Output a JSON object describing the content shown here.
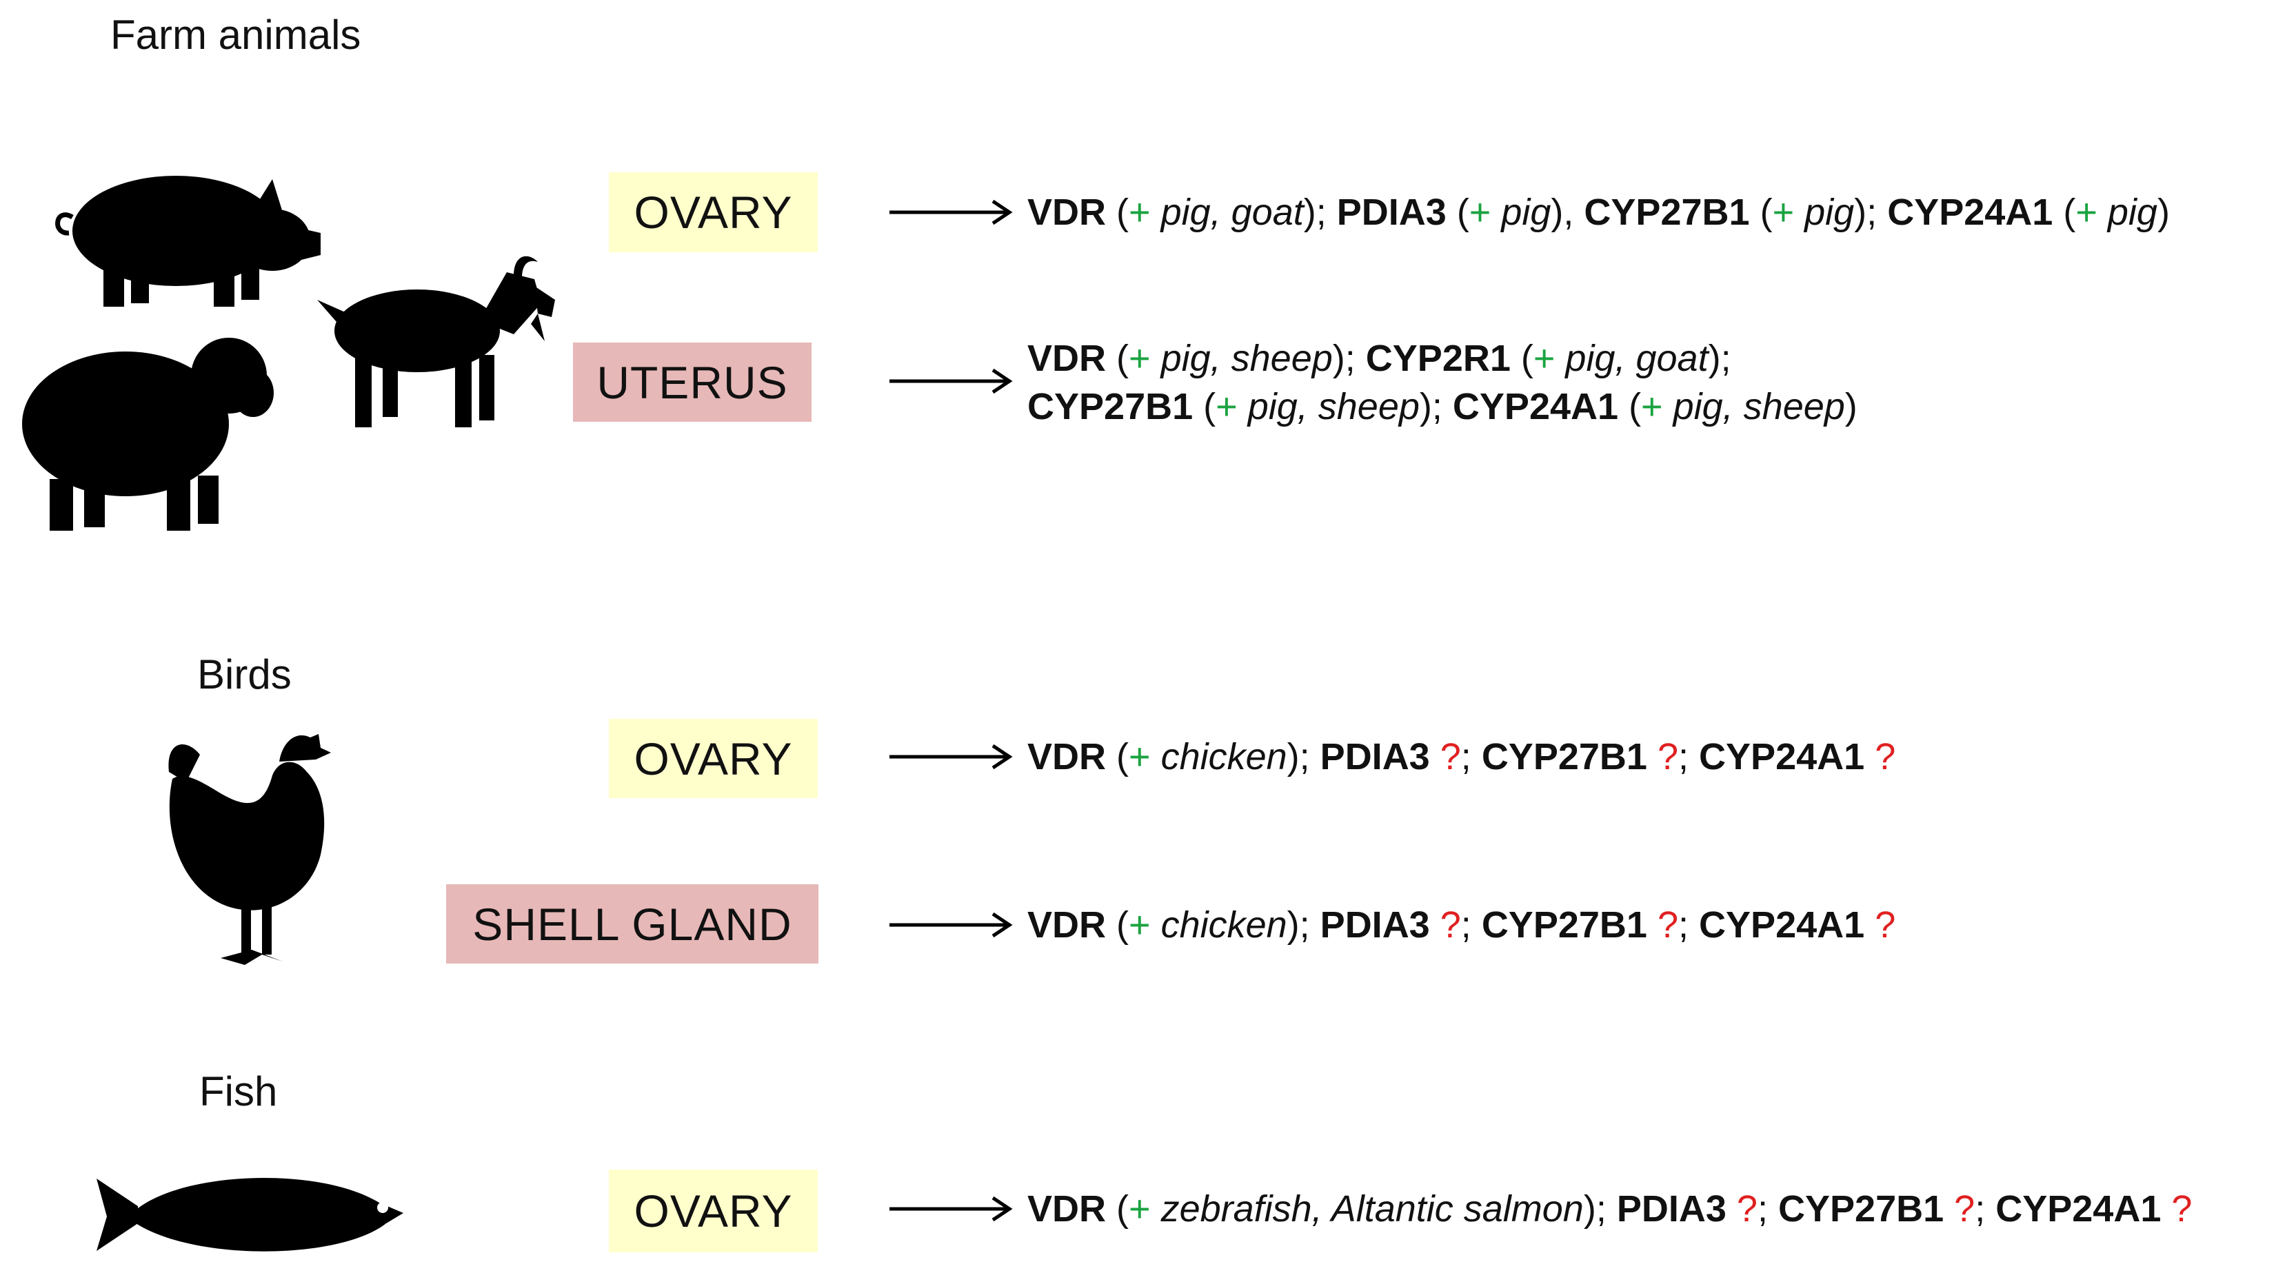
{
  "sections": [
    {
      "title": "Farm animals",
      "rows": [
        {
          "organ": "OVARY",
          "color": "#ffffcc",
          "lines": [
            [
              {
                "gene": "VDR",
                "species": "pig, goat",
                "sep": ";"
              },
              {
                "gene": "PDIA3",
                "species": "pig",
                "sep": ","
              },
              {
                "gene": "CYP27B1",
                "species": "pig",
                "sep": ";"
              },
              {
                "gene": "CYP24A1",
                "species": "pig",
                "sep": ""
              }
            ]
          ]
        },
        {
          "organ": "UTERUS",
          "color": "#e7b8b8",
          "lines": [
            [
              {
                "gene": "VDR",
                "species": "pig, sheep",
                "sep": ";"
              },
              {
                "gene": "CYP2R1",
                "species": "pig, goat",
                "sep": ";"
              }
            ],
            [
              {
                "gene": "CYP27B1",
                "species": "pig, sheep",
                "sep": ";"
              },
              {
                "gene": "CYP24A1",
                "species": "pig, sheep",
                "sep": ""
              }
            ]
          ]
        }
      ]
    },
    {
      "title": "Birds",
      "rows": [
        {
          "organ": "OVARY",
          "color": "#ffffcc",
          "lines": [
            [
              {
                "gene": "VDR",
                "species": "chicken",
                "sep": ";"
              },
              {
                "gene": "PDIA3",
                "unknown": "?",
                "sep": ";"
              },
              {
                "gene": "CYP27B1",
                "unknown": "?",
                "sep": ";"
              },
              {
                "gene": "CYP24A1",
                "unknown": "?",
                "sep": ""
              }
            ]
          ]
        },
        {
          "organ": "SHELL GLAND",
          "color": "#e7b8b8",
          "lines": [
            [
              {
                "gene": "VDR",
                "species": "chicken",
                "sep": ";"
              },
              {
                "gene": "PDIA3",
                "unknown": "?",
                "sep": ";"
              },
              {
                "gene": "CYP27B1",
                "unknown": "?",
                "sep": ";"
              },
              {
                "gene": "CYP24A1",
                "unknown": "?",
                "sep": ""
              }
            ]
          ]
        }
      ]
    },
    {
      "title": "Fish",
      "rows": [
        {
          "organ": "OVARY",
          "color": "#ffffcc",
          "lines": [
            [
              {
                "gene": "VDR",
                "species": "zebrafish, Altantic salmon",
                "sep": ";"
              },
              {
                "gene": "PDIA3",
                "unknown": "?",
                "sep": ";"
              },
              {
                "gene": "CYP27B1",
                "unknown": "?",
                "sep": ";"
              },
              {
                "gene": "CYP24A1",
                "unknown": "?",
                "sep": ""
              }
            ]
          ]
        }
      ]
    }
  ],
  "silhouettes": [
    "pig-icon",
    "sheep-icon",
    "goat-icon",
    "chicken-icon",
    "fish-icon"
  ],
  "colors": {
    "present": "#1aa340",
    "unknown": "#e02020",
    "ovary_box": "#ffffcc",
    "reproductive_box": "#e7b8b8"
  }
}
